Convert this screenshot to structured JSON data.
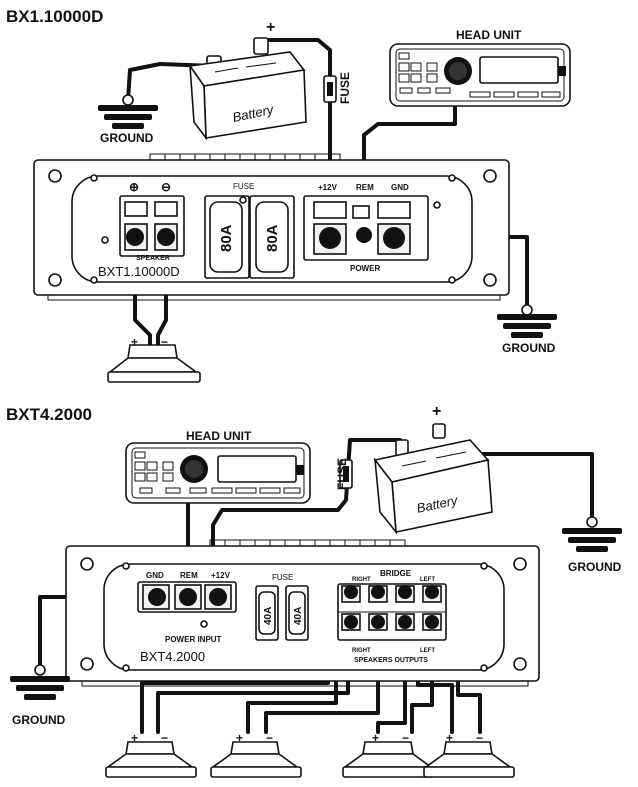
{
  "diagram1": {
    "title": "BX1.10000D",
    "model_label": "BXT1.10000D",
    "battery_plus": "+",
    "battery_label": "Battery",
    "fuse_label": "FUSE",
    "head_unit_title": "HEAD UNIT",
    "ground_left": "GROUND",
    "ground_right": "GROUND",
    "amp_fuse_title": "FUSE",
    "fuse_a": "80A",
    "fuse_b": "80A",
    "speaker_plus": "⊕",
    "speaker_minus": "⊖",
    "speaker_label": "SPEAKER",
    "power_plus12": "+12V",
    "power_rem": "REM",
    "power_gnd": "GND",
    "power_label": "POWER",
    "sub_plus": "+",
    "sub_minus": "−"
  },
  "diagram2": {
    "title": "BXT4.2000",
    "model_label": "BXT4.2000",
    "battery_plus": "+",
    "battery_label": "Battery",
    "fuse_label": "FUSE",
    "head_unit_title": "HEAD UNIT",
    "ground_right": "GROUND",
    "ground_left": "GROUND",
    "term_gnd": "GND",
    "term_rem": "REM",
    "term_12v": "+12V",
    "power_input_label": "POWER INPUT",
    "amp_fuse_title": "FUSE",
    "fuse_a": "40A",
    "fuse_b": "40A",
    "bridge_label": "BRIDGE",
    "right_label": "RIGHT",
    "left_label": "LEFT",
    "speaker_outputs_label": "SPEAKERS OUTPUTS",
    "sub_plus": "+",
    "sub_minus": "−"
  }
}
